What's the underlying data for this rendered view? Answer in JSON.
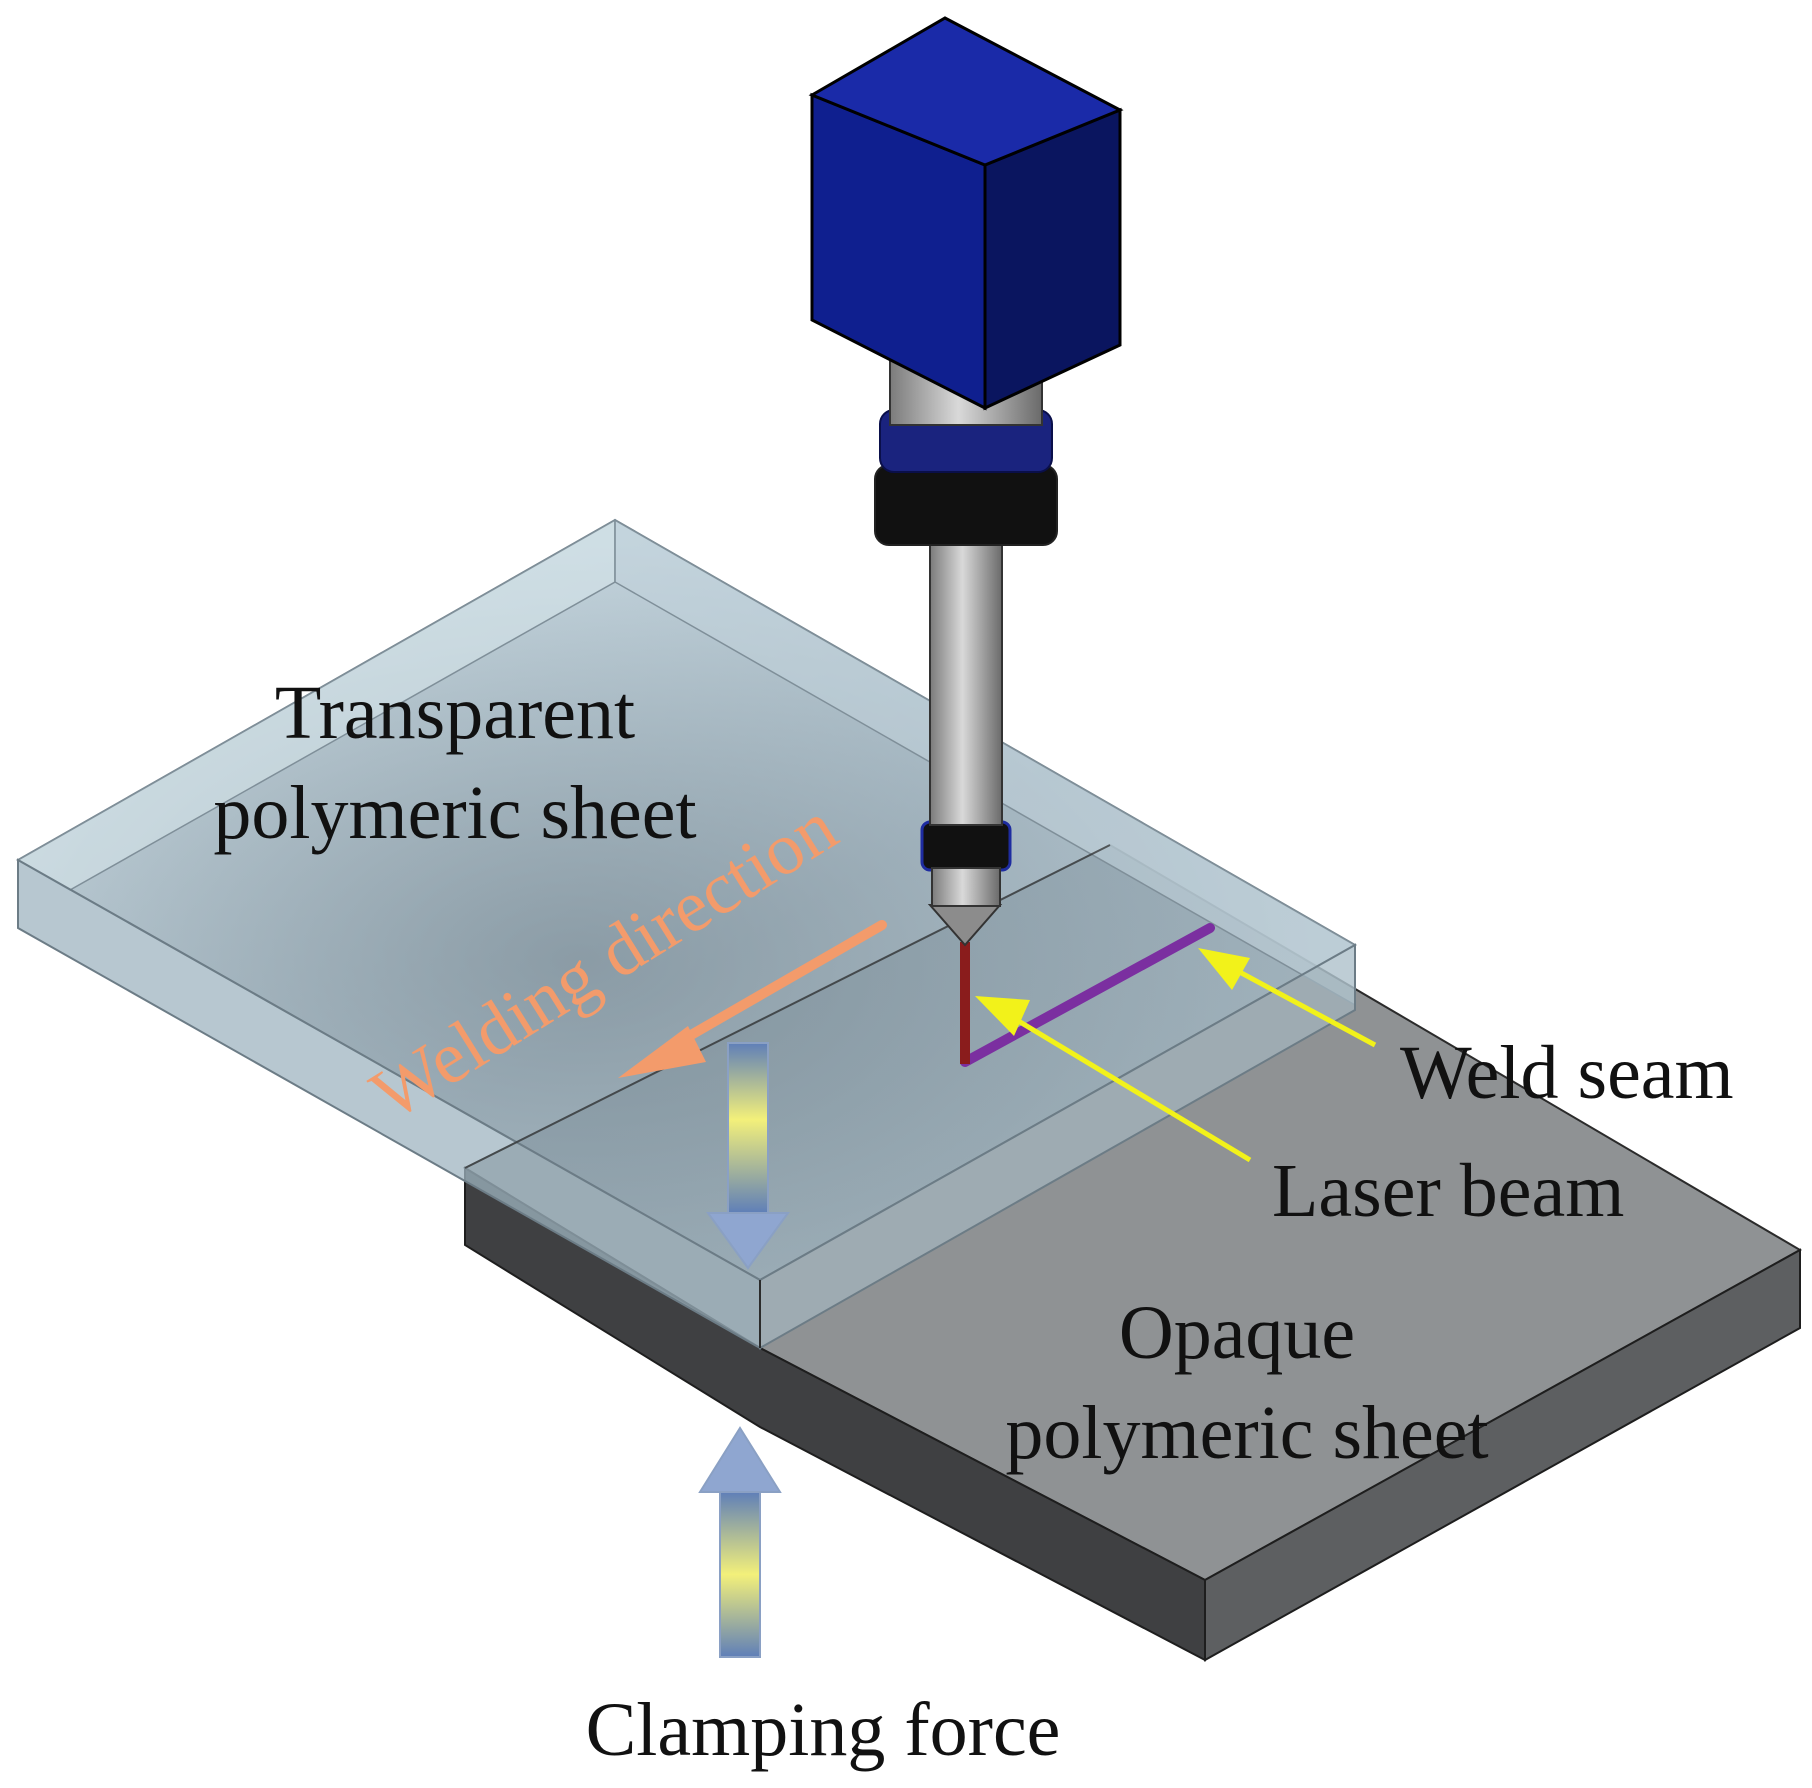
{
  "labels": {
    "transparent_line1": "Transparent",
    "transparent_line2": "polymeric sheet",
    "welding_direction": "Welding direction",
    "weld_seam": "Weld seam",
    "laser_beam": "Laser beam",
    "opaque_line1": "Opaque",
    "opaque_line2": "polymeric sheet",
    "clamping_force": "Clamping force"
  },
  "colors": {
    "laser_head_body": "#0f1f8f",
    "laser_head_side": "#0a155f",
    "nozzle_gray": "#a9a9a9",
    "transparent_sheet": "#b9d3e0",
    "opaque_top": "#8f9294",
    "opaque_front": "#3f4042",
    "opaque_side": "#5d5f61",
    "weld_seam": "#7b2fa0",
    "laser_beam": "#8a1c1c",
    "pointer": "#f2f21a",
    "welding_direction": "#f39b6b",
    "clamp_arrow_blue": "#5f7fb8",
    "clamp_arrow_yellow": "#f3f07a"
  },
  "icons": {
    "laser_head": "laser-head-icon",
    "clamp_top": "down-arrow-icon",
    "clamp_bottom": "up-arrow-icon"
  }
}
